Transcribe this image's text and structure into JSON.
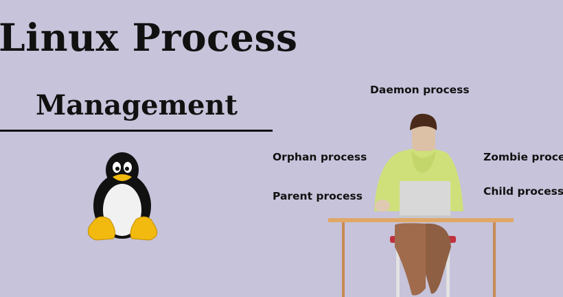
{
  "heading": {
    "title": "Linux Process",
    "subtitle": "Management"
  },
  "labels": {
    "daemon": "Daemon process",
    "orphan": "Orphan process",
    "parent": "Parent process",
    "zombie": "Zombie process",
    "child": "Child process"
  },
  "colors": {
    "background": "#c6c3da",
    "text": "#111111"
  }
}
